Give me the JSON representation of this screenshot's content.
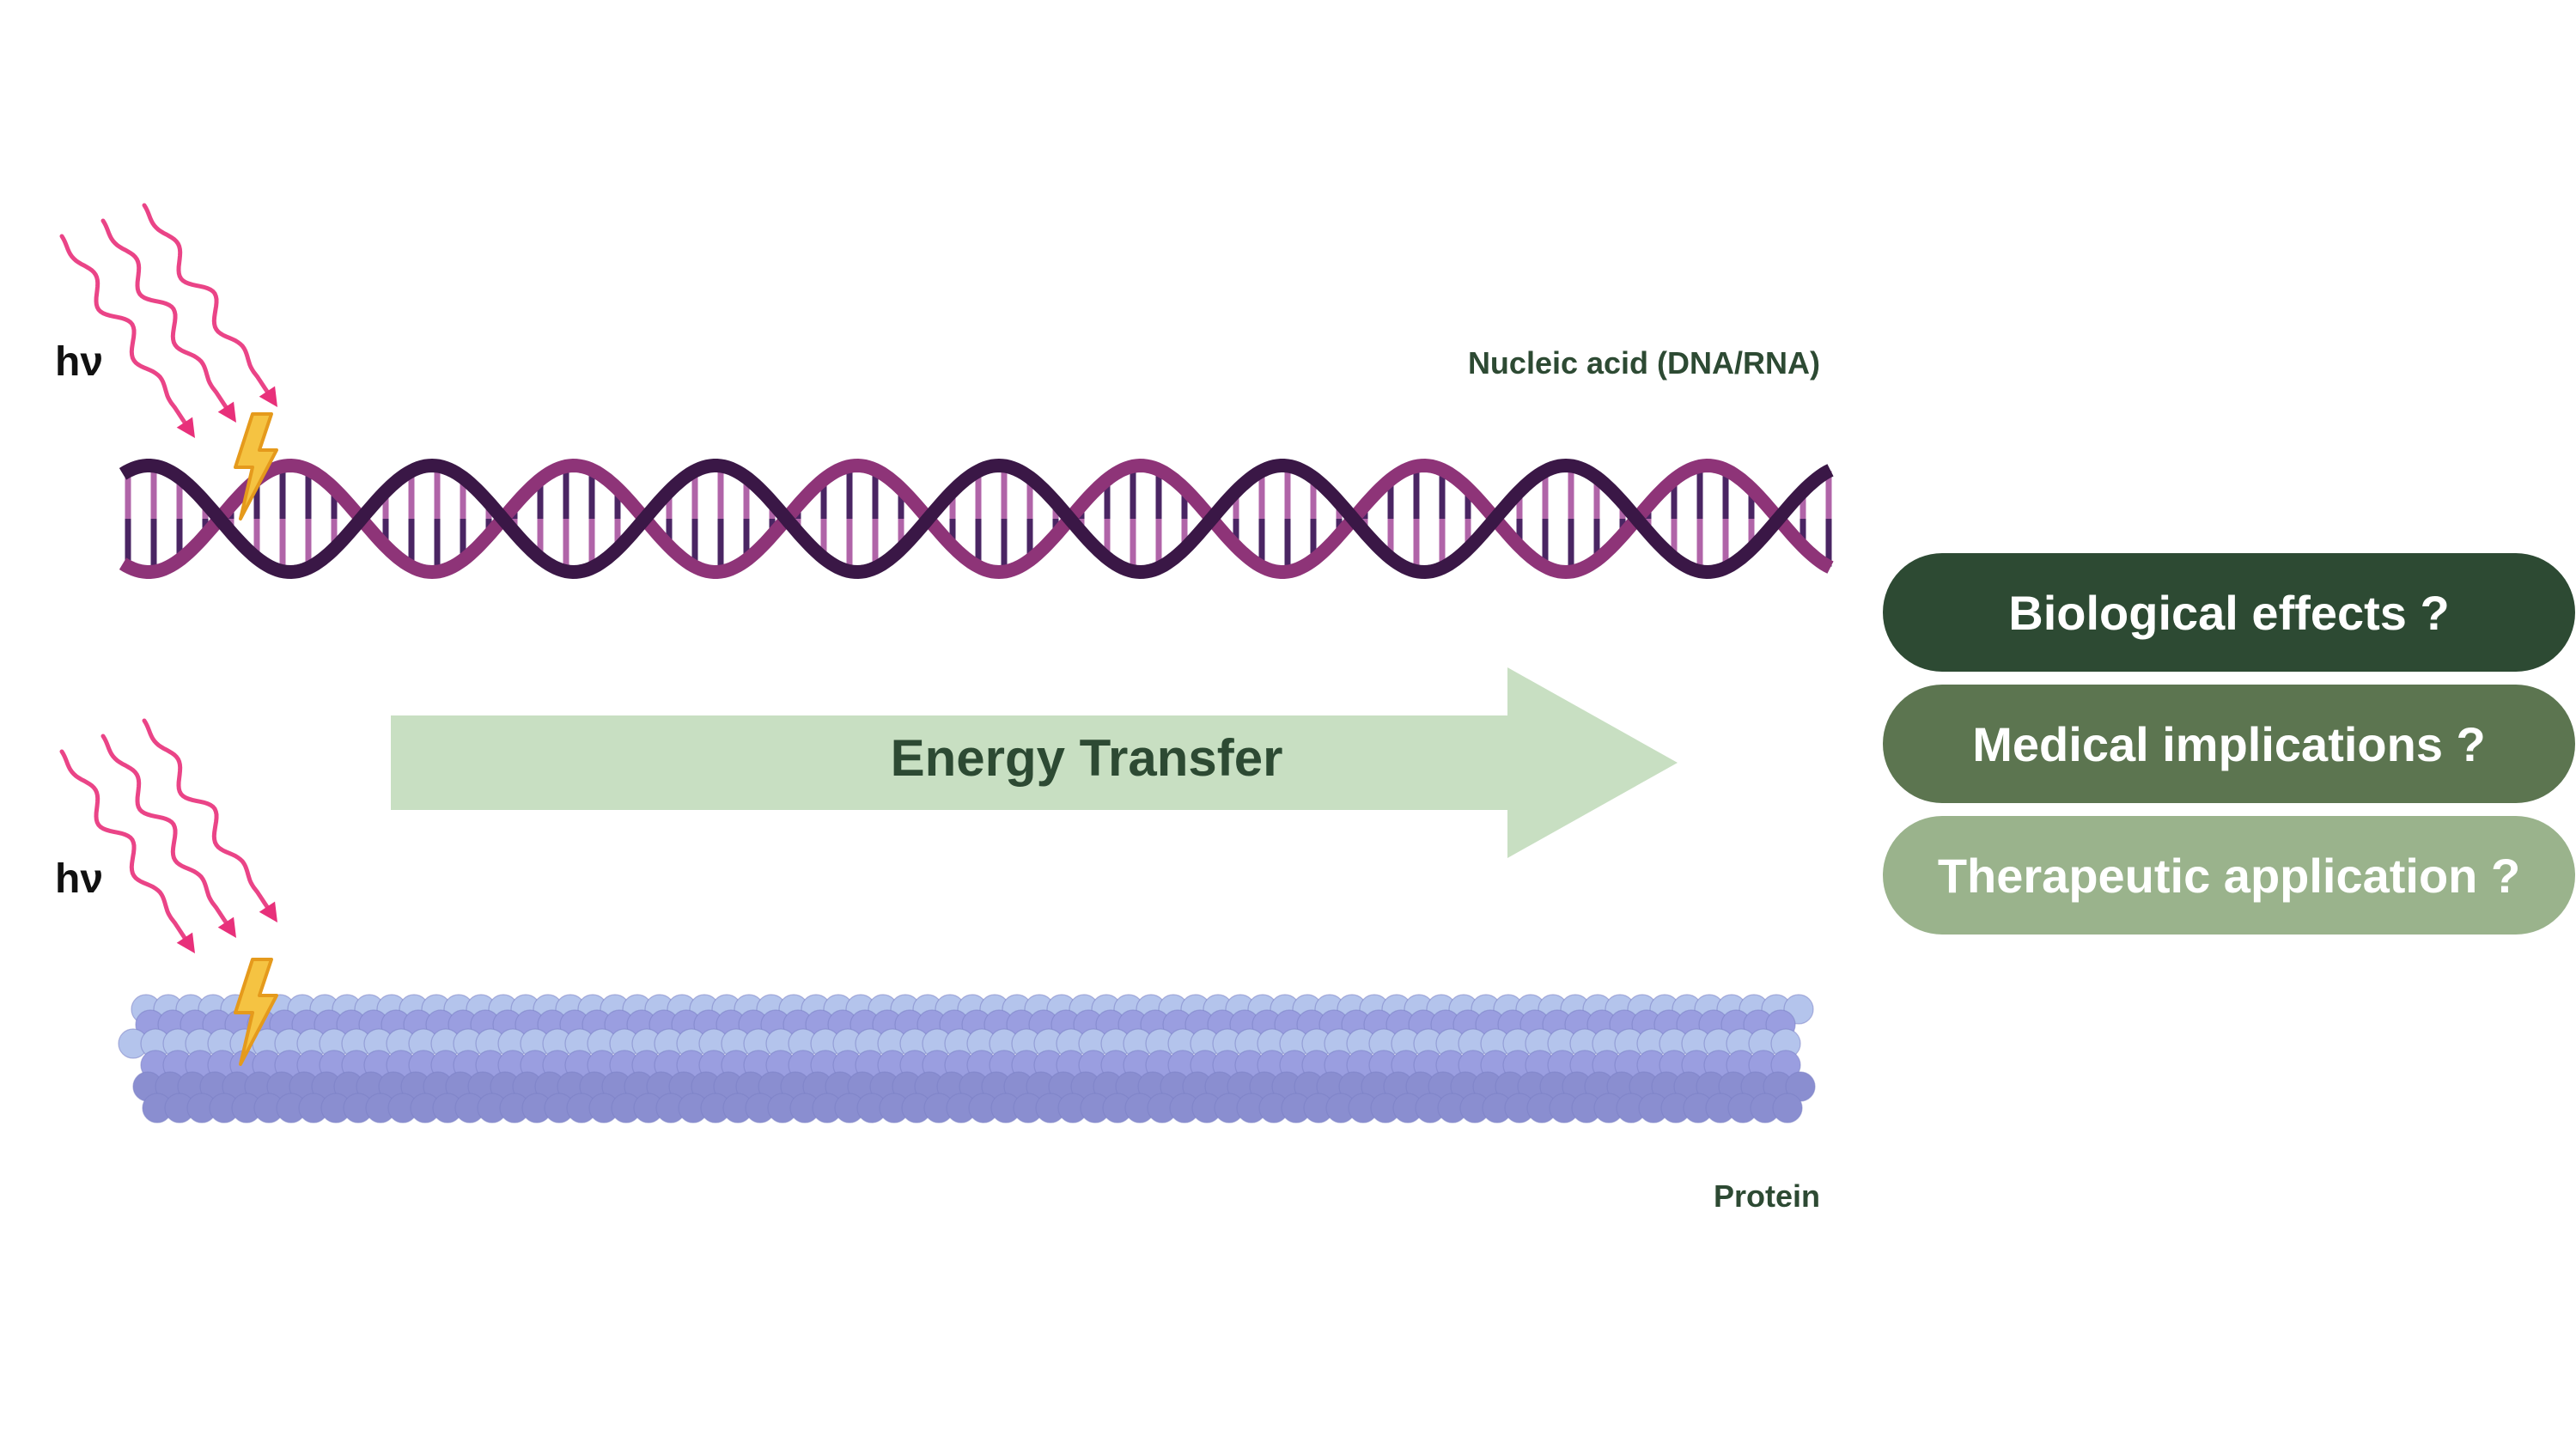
{
  "labels": {
    "hv_top": "hν",
    "hv_bottom": "hν",
    "dna": "Nucleic acid (DNA/RNA)",
    "protein": "Protein",
    "arrow": "Energy Transfer"
  },
  "outcomes": [
    {
      "label": "Biological effects ?",
      "color": "#2d4a33"
    },
    {
      "label": "Medical implications ?",
      "color": "#5c7550"
    },
    {
      "label": "Therapeutic application ?",
      "color": "#9ab38c"
    }
  ],
  "colors": {
    "photon": "#e8307a",
    "bolt_fill": "#f5c342",
    "bolt_stroke": "#e59a1c",
    "dna_strand_a": "#3a1746",
    "dna_strand_b": "#8e3478",
    "dna_rung_dark": "#4a2563",
    "dna_rung_light": "#b064a8",
    "protein_light": "#b4c4ec",
    "protein_mid": "#9a9ee0",
    "protein_dark": "#8a8ed0",
    "arrow": "#c8dfc2"
  },
  "icons": [
    "photon-wave-icon",
    "lightning-bolt-icon",
    "dna-helix-icon",
    "protein-filament-icon"
  ]
}
